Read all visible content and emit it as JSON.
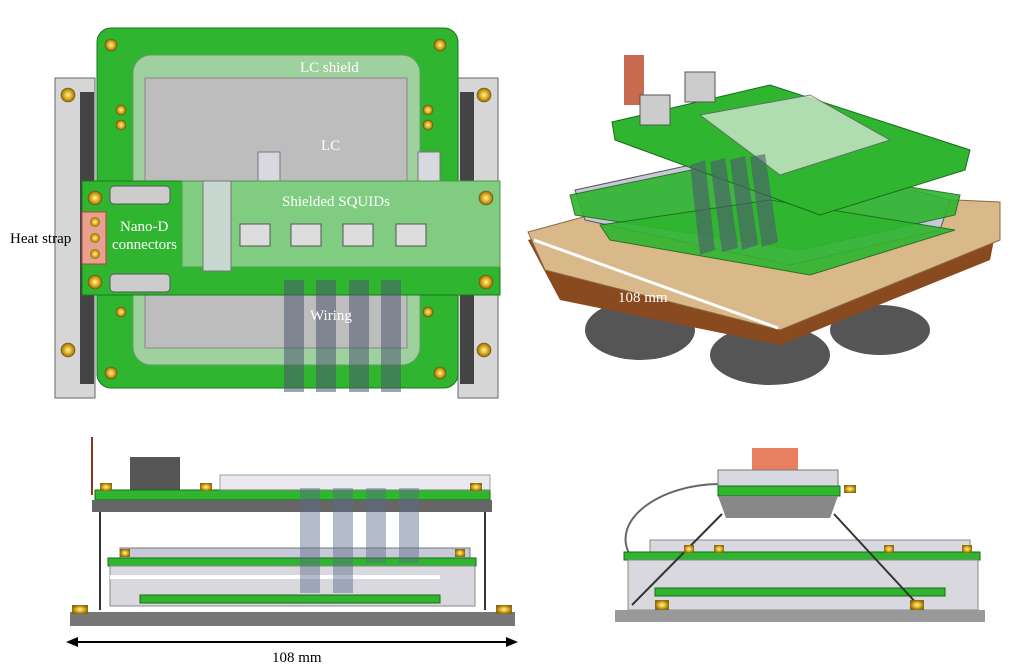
{
  "labels": {
    "lc_shield": "LC shield",
    "lc": "LC",
    "shielded_squids": "Shielded SQUIDs",
    "nano_d_line1": "Nano-D",
    "nano_d_line2": "connectors",
    "heat_strap": "Heat strap",
    "wiring": "Wiring",
    "dimension_iso": "108 mm",
    "dimension_side": "108 mm"
  },
  "colors": {
    "pcb_green": "#2fb52f",
    "shield_grey": "#c9c9c9",
    "base_tan": "#d9b88a",
    "copper_brown": "#8a4a20",
    "brass": "#e6b422",
    "heat_strap": "#e07050"
  }
}
